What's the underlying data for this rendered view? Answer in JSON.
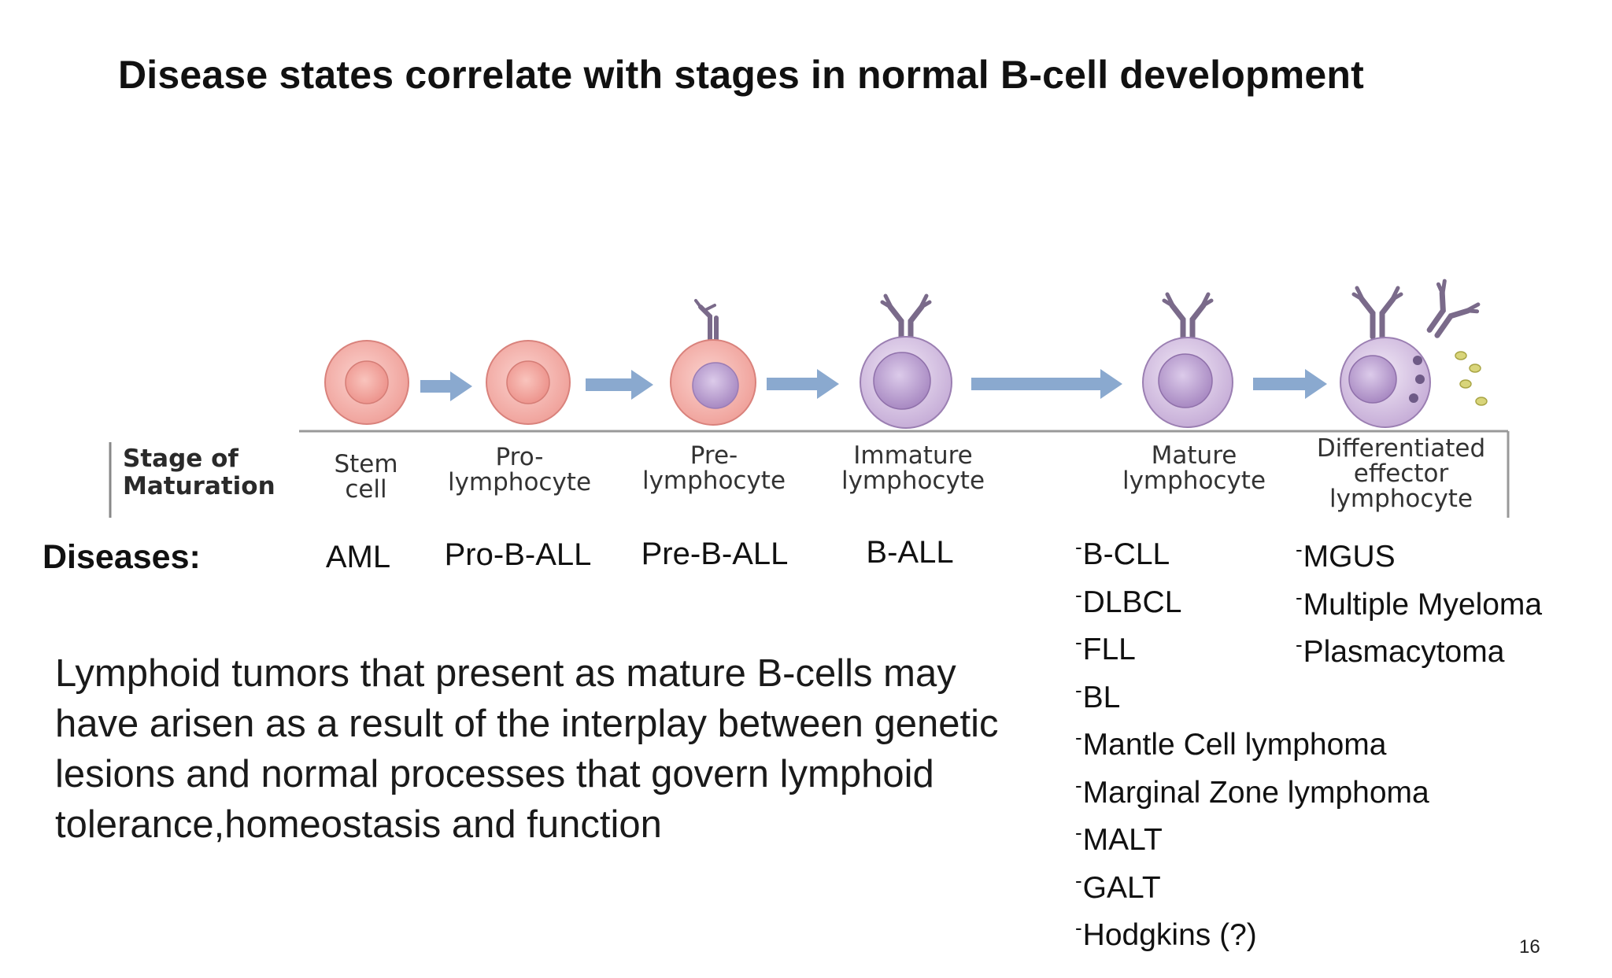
{
  "title": "Disease states correlate with stages in normal B-cell development",
  "stage_header": {
    "line1": "Stage of",
    "line2": "Maturation"
  },
  "stages": [
    {
      "lines": [
        "Stem",
        "cell"
      ]
    },
    {
      "lines": [
        "Pro-",
        "lymphocyte"
      ]
    },
    {
      "lines": [
        "Pre-",
        "lymphocyte"
      ]
    },
    {
      "lines": [
        "Immature",
        "lymphocyte"
      ]
    },
    {
      "lines": [
        "Mature",
        "lymphocyte"
      ]
    },
    {
      "lines": [
        "Differentiated",
        "effector",
        "lymphocyte"
      ]
    }
  ],
  "diseases_label": "Diseases:",
  "diseases": [
    "AML",
    "Pro-B-ALL",
    "Pre-B-ALL",
    "B-ALL"
  ],
  "mature_list": [
    "B-CLL",
    "DLBCL",
    "FLL",
    "BL",
    "Mantle Cell lymphoma",
    "Marginal Zone lymphoma",
    "MALT",
    "GALT",
    "Hodgkins (?)"
  ],
  "effector_list": [
    "MGUS",
    "Multiple Myeloma",
    "Plasmacytoma"
  ],
  "list_dash": "-",
  "body_text": "Lymphoid tumors that present as mature B-cells may have arisen as a result of the interplay between genetic lesions and normal processes that govern lymphoid tolerance,homeostasis and function",
  "page_number": "16",
  "colors": {
    "stem_cell": "#f3a9a4",
    "lymphocyte": "#cdb6dc",
    "arrow": "#8aa9cf",
    "receptor": "#7a6a8a"
  }
}
